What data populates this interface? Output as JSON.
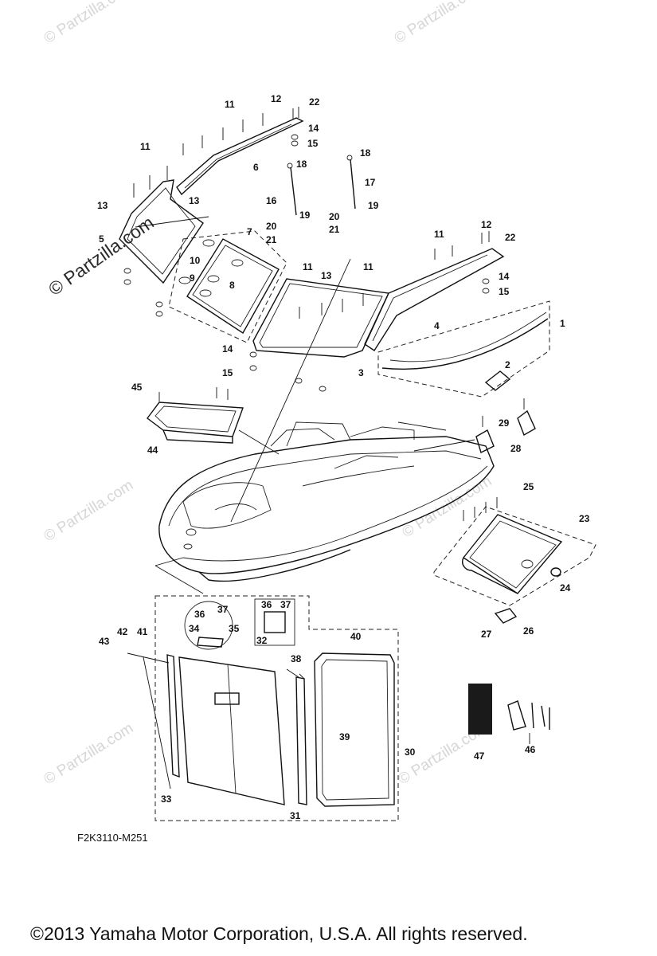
{
  "watermark": {
    "text": "© Partzilla.com"
  },
  "callouts": {
    "c1": "1",
    "c2": "2",
    "c3": "3",
    "c4": "4",
    "c5": "5",
    "c6": "6",
    "c7": "7",
    "c8": "8",
    "c9": "9",
    "c10": "10",
    "c11": "11",
    "c12": "12",
    "c13": "13",
    "c14": "14",
    "c15": "15",
    "c16": "16",
    "c17": "17",
    "c18": "18",
    "c19": "19",
    "c20": "20",
    "c21": "21",
    "c22": "22",
    "c23": "23",
    "c24": "24",
    "c25": "25",
    "c26": "26",
    "c27": "27",
    "c28": "28",
    "c29": "29",
    "c30": "30",
    "c31": "31",
    "c32": "32",
    "c33": "33",
    "c34": "34",
    "c35": "35",
    "c36": "36",
    "c37": "37",
    "c38": "38",
    "c39": "39",
    "c40": "40",
    "c41": "41",
    "c42": "42",
    "c43": "43",
    "c44": "44",
    "c45": "45",
    "c46": "46",
    "c47": "47"
  },
  "diagram_code": "F2K3110-M251",
  "copyright": "©2013  Yamaha Motor Corporation, U.S.A. All rights reserved."
}
